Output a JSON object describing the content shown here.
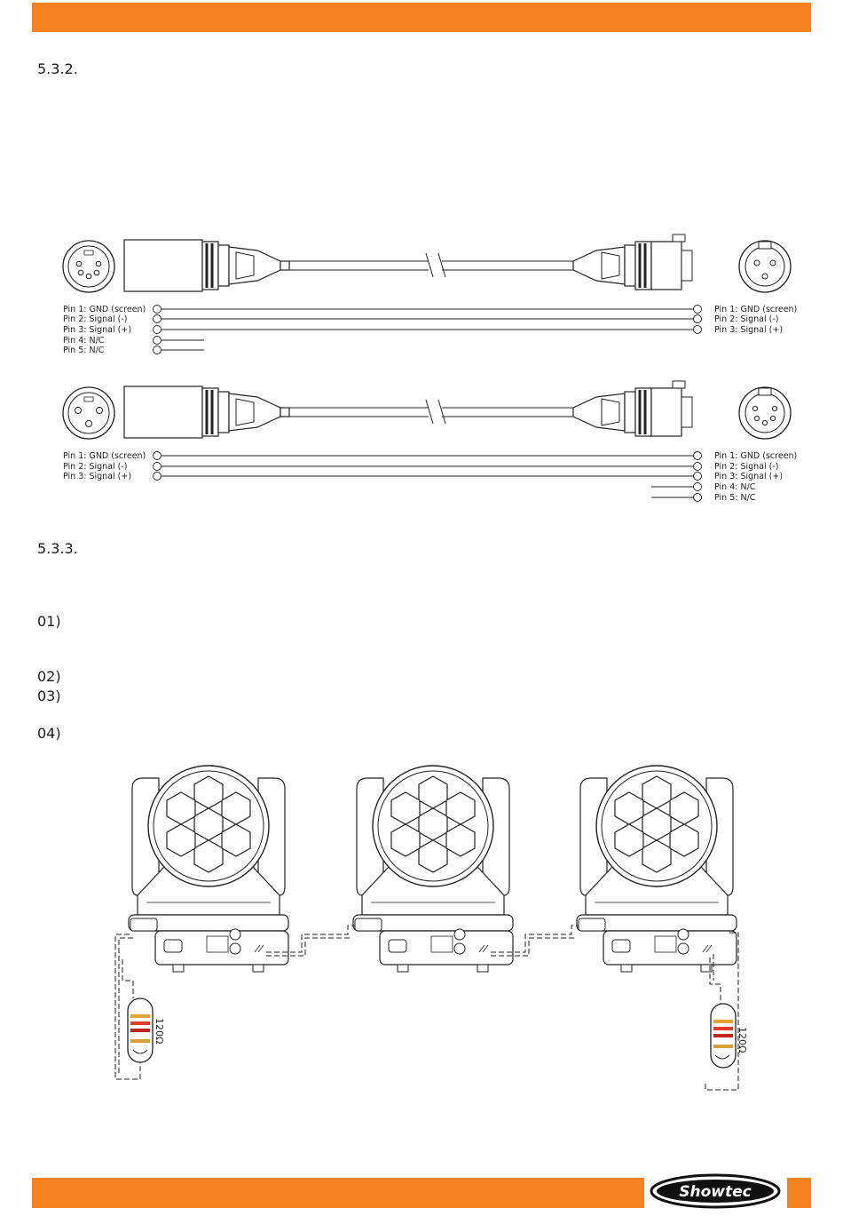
{
  "header": {
    "color": "#f58220"
  },
  "section_532": {
    "number": "5.3.2."
  },
  "section_533": {
    "number": "5.3.3."
  },
  "diagram_1": {
    "left_pins": [
      "Pin 1: GND (screen)",
      "Pin 2: Signal (-)",
      "Pin 3: Signal (+)",
      "Pin 4: N/C",
      "Pin 5: N/C"
    ],
    "right_pins": [
      "Pin 1: GND (screen)",
      "Pin 2: Signal (-)",
      "Pin 3: Signal (+)"
    ]
  },
  "diagram_2": {
    "left_pins": [
      "Pin 1: GND (screen)",
      "Pin 2: Signal (-)",
      "Pin 3: Signal (+)"
    ],
    "right_pins": [
      "Pin 1: GND (screen)",
      "Pin 2: Signal (-)",
      "Pin 3: Signal (+)",
      "Pin 4: N/C",
      "Pin 5: N/C"
    ]
  },
  "steps": [
    "01)",
    "02)",
    "03)",
    "04)"
  ],
  "terminator": {
    "left_label": "120Ω",
    "right_label": "120Ω"
  },
  "logo": {
    "text": "Showtec",
    "icon": "showtec-logo"
  }
}
